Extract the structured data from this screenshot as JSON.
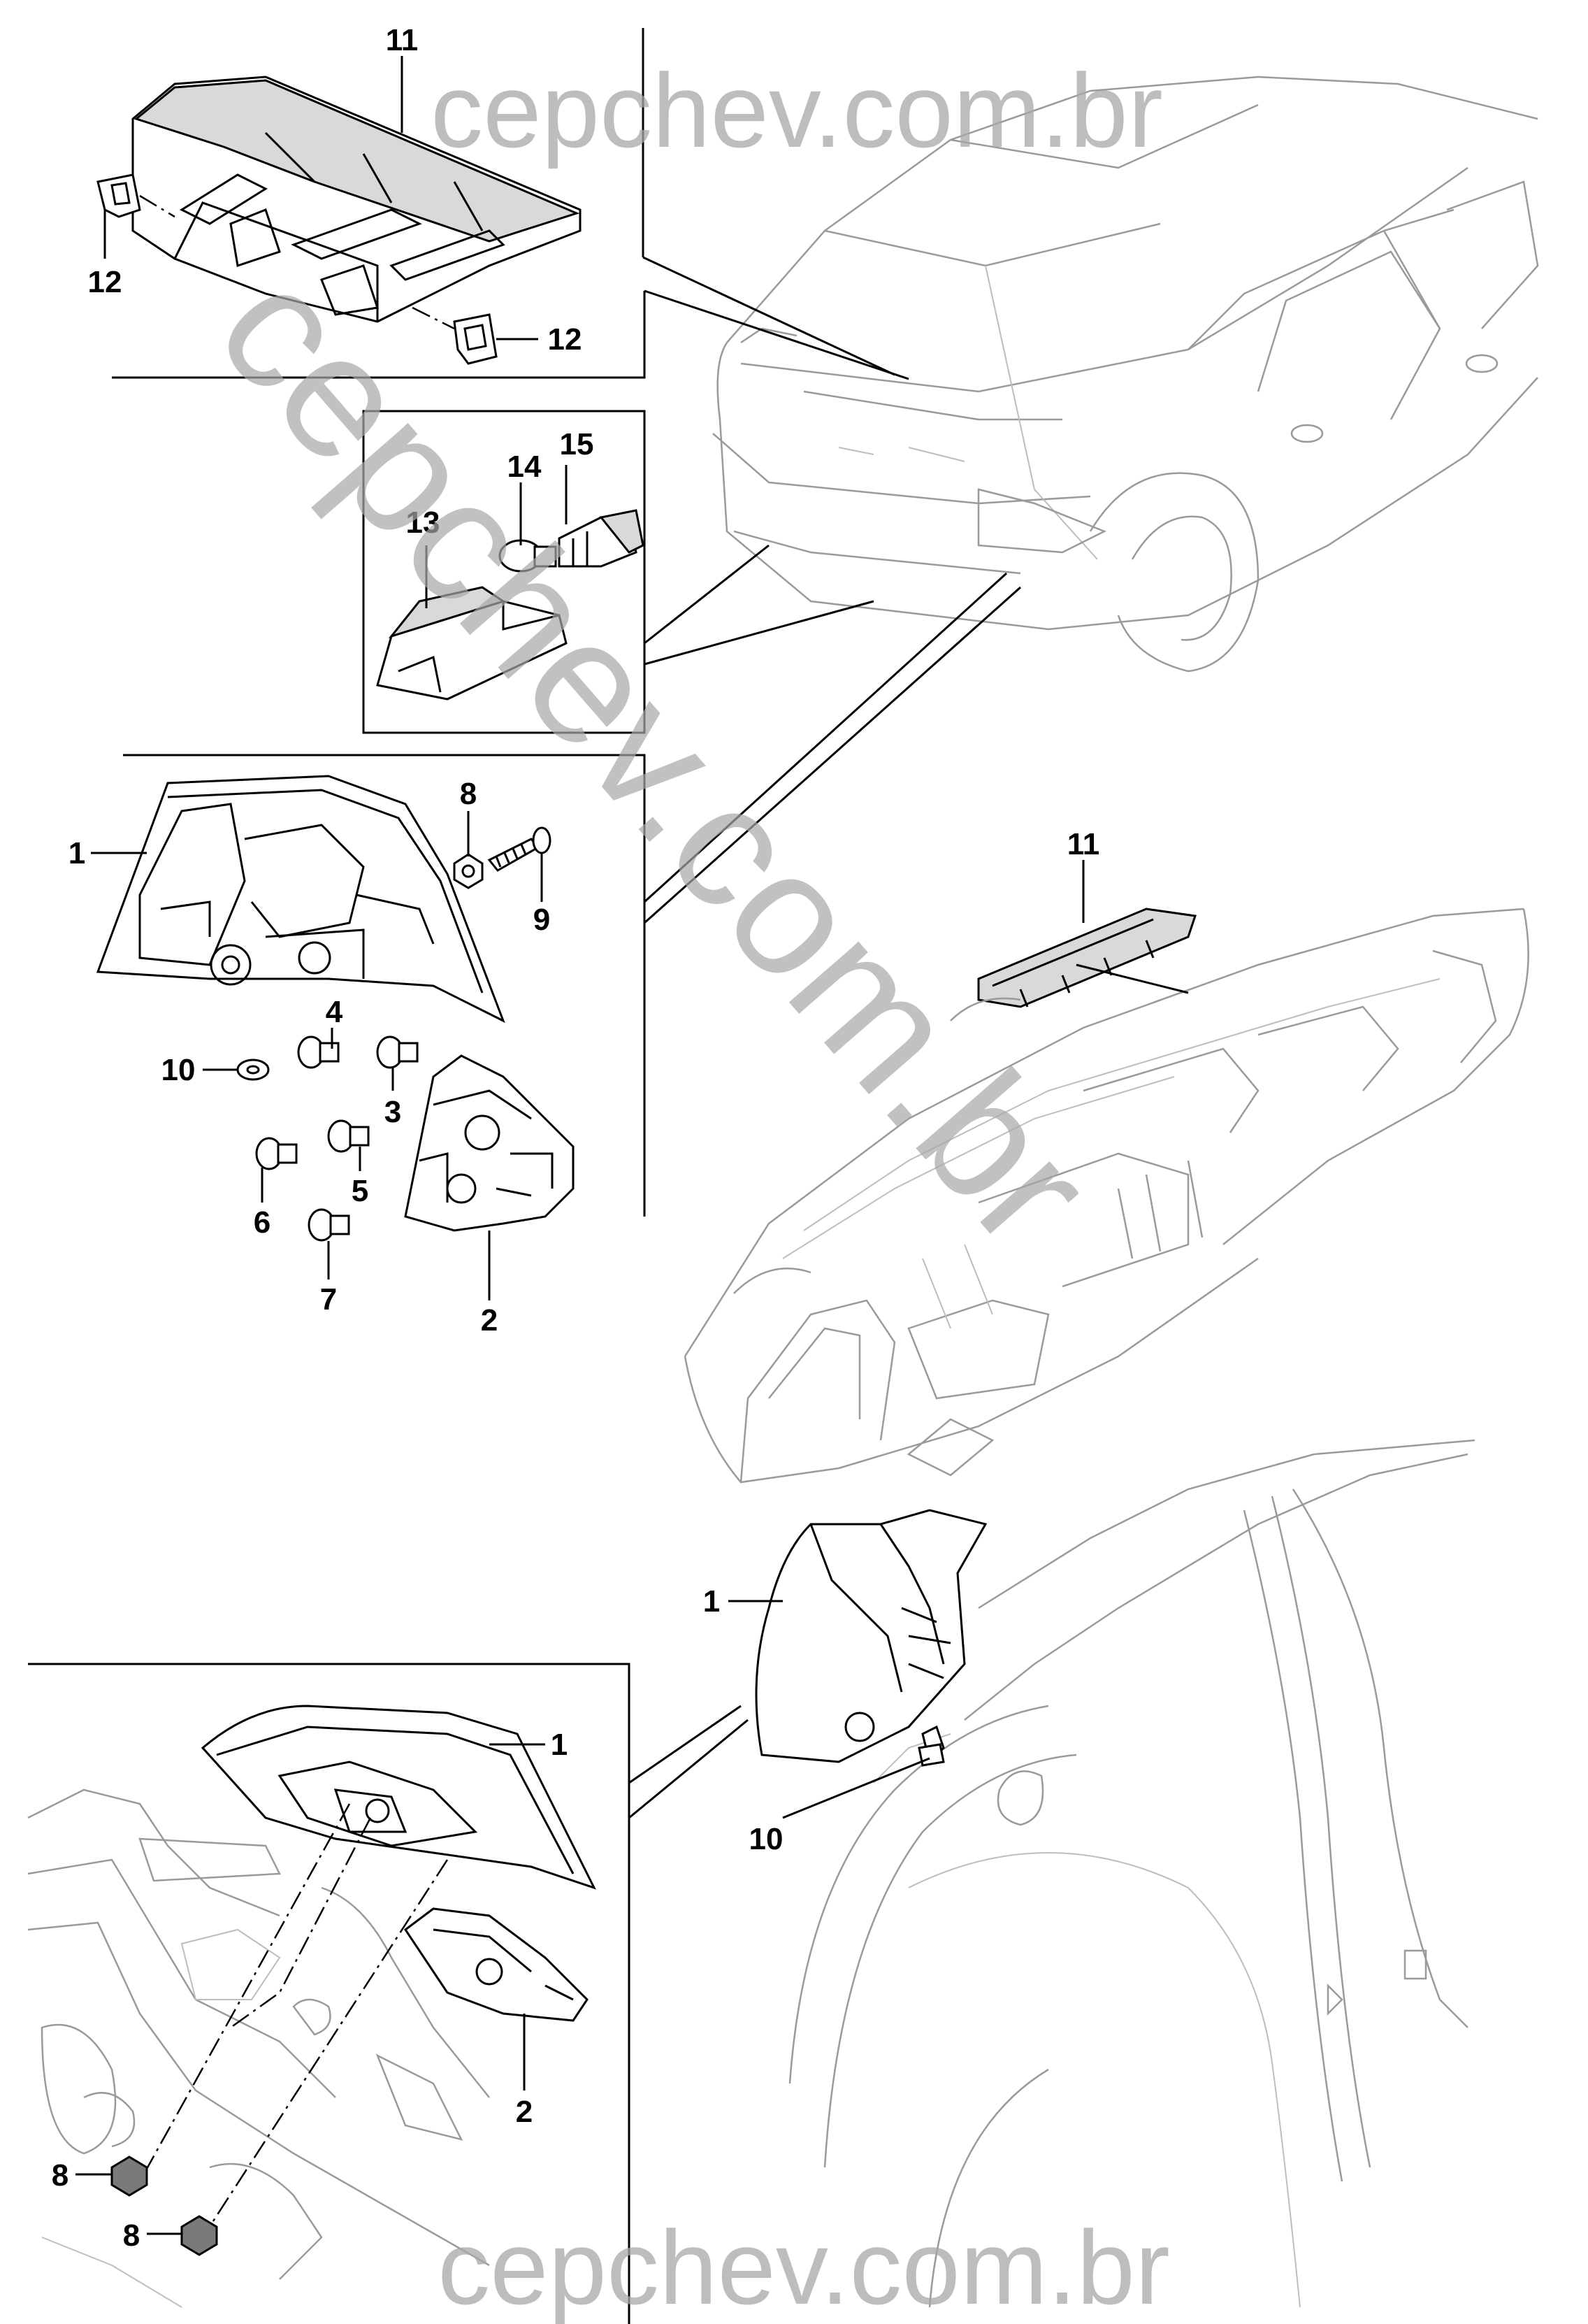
{
  "watermark": {
    "top": "cepchev.com.br",
    "bottom": "cepchev.com.br",
    "diagonal": "cepchev.com.br"
  },
  "callouts": [
    {
      "id": "c11-top",
      "text": "11"
    },
    {
      "id": "c12-a",
      "text": "12"
    },
    {
      "id": "c12-b",
      "text": "12"
    },
    {
      "id": "c15",
      "text": "15"
    },
    {
      "id": "c14",
      "text": "14"
    },
    {
      "id": "c13",
      "text": "13"
    },
    {
      "id": "c8-a",
      "text": "8"
    },
    {
      "id": "c1-a",
      "text": "1"
    },
    {
      "id": "c9",
      "text": "9"
    },
    {
      "id": "c4",
      "text": "4"
    },
    {
      "id": "c10-a",
      "text": "10"
    },
    {
      "id": "c3",
      "text": "3"
    },
    {
      "id": "c5",
      "text": "5"
    },
    {
      "id": "c6",
      "text": "6"
    },
    {
      "id": "c7",
      "text": "7"
    },
    {
      "id": "c2-a",
      "text": "2"
    },
    {
      "id": "c11-mid",
      "text": "11"
    },
    {
      "id": "c1-b",
      "text": "1"
    },
    {
      "id": "c10-b",
      "text": "10"
    },
    {
      "id": "c1-c",
      "text": "1"
    },
    {
      "id": "c2-b",
      "text": "2"
    },
    {
      "id": "c8-b",
      "text": "8"
    },
    {
      "id": "c8-c",
      "text": "8"
    }
  ]
}
